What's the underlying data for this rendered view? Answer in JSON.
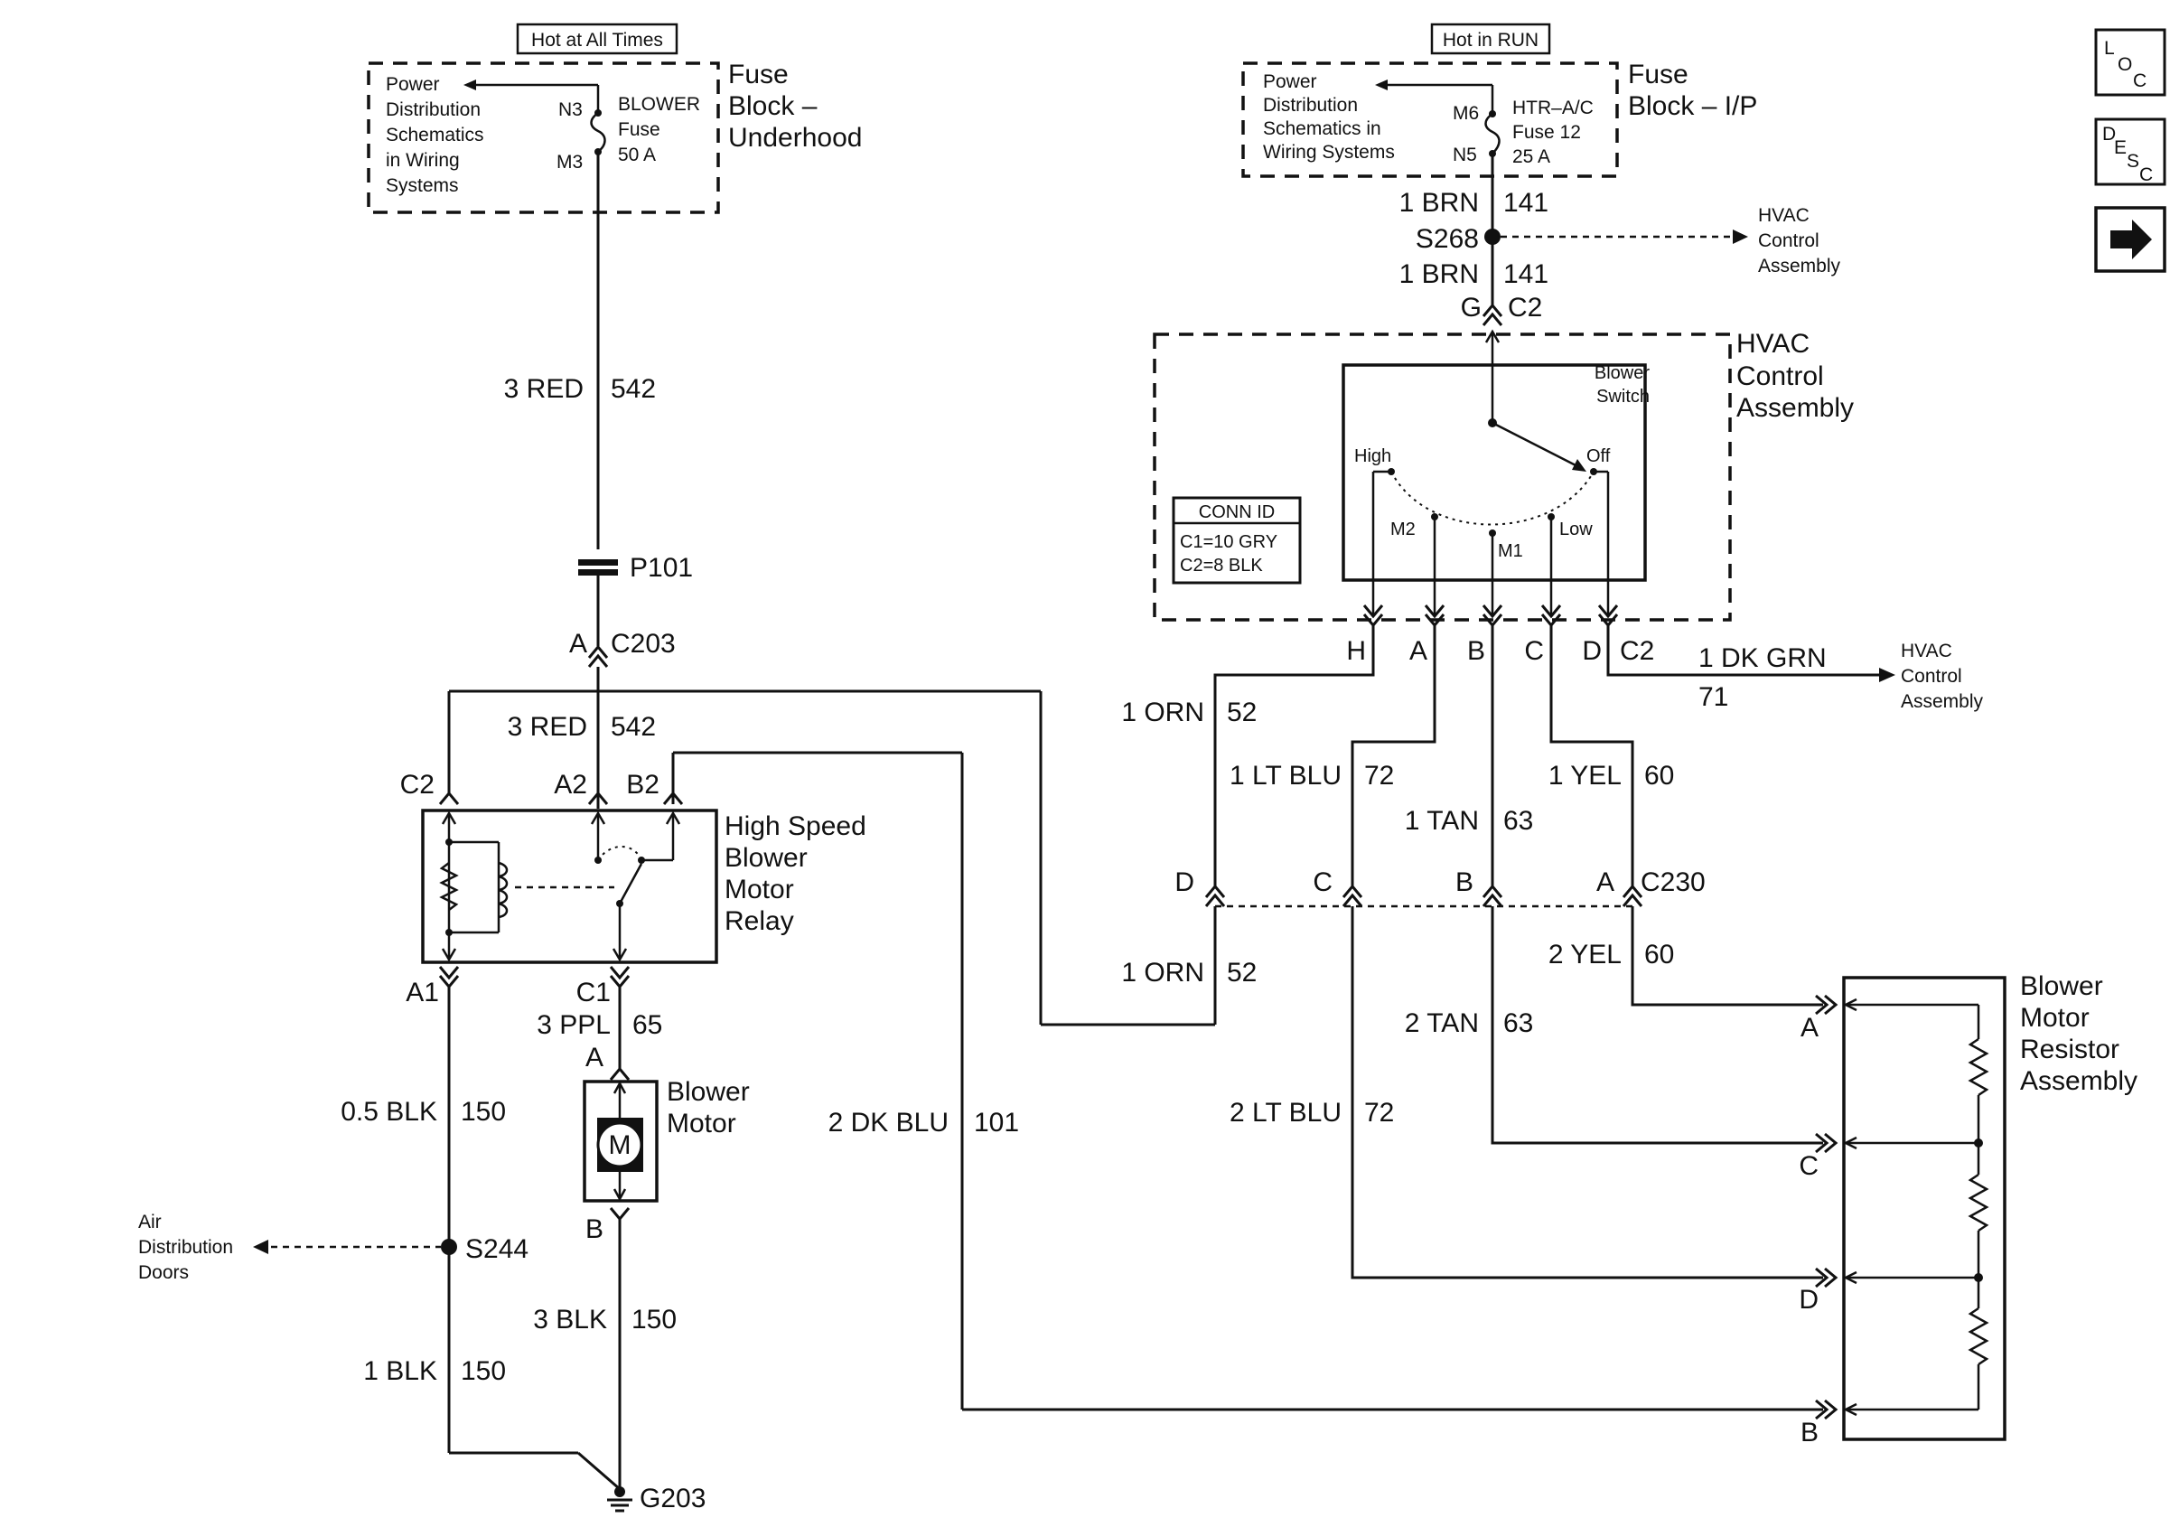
{
  "nav": {
    "loc": "LOC",
    "desc": "DESC",
    "next_icon": "right-arrow-icon"
  },
  "left": {
    "hot_label": "Hot at All Times",
    "pd_lines": [
      "Power",
      "Distribution",
      "Schematics",
      "in Wiring",
      "Systems"
    ],
    "fuse_in": "N3",
    "fuse_out": "M3",
    "fuse_lines": [
      "BLOWER",
      "Fuse",
      "50 A"
    ],
    "fb_lines": [
      "Fuse",
      "Block –",
      "Underhood"
    ],
    "w1_gauge": "3 RED",
    "w1_circuit": "542",
    "p101": "P101",
    "c203_pin": "A",
    "c203": "C203",
    "w2_gauge": "3 RED",
    "w2_circuit": "542",
    "relay_c2": "C2",
    "relay_a2": "A2",
    "relay_b2": "B2",
    "relay_lines": [
      "High Speed",
      "Blower",
      "Motor",
      "Relay"
    ],
    "relay_a1": "A1",
    "relay_c1": "C1",
    "w_ppl_gauge": "3 PPL",
    "w_ppl_circuit": "65",
    "motor_a": "A",
    "motor_symbol": "M",
    "motor_lines": [
      "Blower",
      "Motor"
    ],
    "motor_b": "B",
    "w_blk05_gauge": "0.5 BLK",
    "w_blk05_circuit": "150",
    "w_dkblu_gauge": "2 DK BLU",
    "w_dkblu_circuit": "101",
    "air_lines": [
      "Air",
      "Distribution",
      "Doors"
    ],
    "s244": "S244",
    "w_blk3_gauge": "3 BLK",
    "w_blk3_circuit": "150",
    "w_blk1_gauge": "1 BLK",
    "w_blk1_circuit": "150",
    "g203": "G203"
  },
  "right": {
    "hot_label": "Hot in RUN",
    "pd_lines": [
      "Power",
      "Distribution",
      "Schematics in",
      "Wiring Systems"
    ],
    "fuse_in": "M6",
    "fuse_out": "N5",
    "fuse_lines": [
      "HTR–A/C",
      "Fuse 12",
      "25 A"
    ],
    "fb_lines": [
      "Fuse",
      "Block – I/P"
    ],
    "w_brn1_gauge": "1 BRN",
    "w_brn1_circuit": "141",
    "s268": "S268",
    "hvac_ref_lines": [
      "HVAC",
      "Control",
      "Assembly"
    ],
    "w_brn2_gauge": "1 BRN",
    "w_brn2_circuit": "141",
    "c2_top_pin": "G",
    "c2_top": "C2",
    "hvac_lines": [
      "HVAC",
      "Control",
      "Assembly"
    ],
    "switch_lines": [
      "Blower",
      "Switch"
    ],
    "pos_high": "High",
    "pos_off": "Off",
    "pos_m2": "M2",
    "pos_m1": "M1",
    "pos_low": "Low",
    "conn_title": "CONN ID",
    "conn_lines": [
      "C1=10 GRY",
      "C2=8 BLK"
    ],
    "pin_h": "H",
    "pin_a": "A",
    "pin_b": "B",
    "pin_c": "C",
    "pin_d": "D",
    "c2_bottom": "C2",
    "w_dkgrn_gauge": "1 DK GRN",
    "w_dkgrn_circuit": "71",
    "hvac_ref2_lines": [
      "HVAC",
      "Control",
      "Assembly"
    ],
    "w_orn1_gauge": "1 ORN",
    "w_orn1_circuit": "52",
    "w_ltblu1_gauge": "1 LT BLU",
    "w_ltblu1_circuit": "72",
    "w_yel1_gauge": "1 YEL",
    "w_yel1_circuit": "60",
    "w_tan1_gauge": "1 TAN",
    "w_tan1_circuit": "63",
    "c230_d": "D",
    "c230_c": "C",
    "c230_b": "B",
    "c230_a": "A",
    "c230": "C230",
    "w_orn2_gauge": "1 ORN",
    "w_orn2_circuit": "52",
    "w_yel2_gauge": "2 YEL",
    "w_yel2_circuit": "60",
    "w_tan2_gauge": "2 TAN",
    "w_tan2_circuit": "63",
    "w_ltblu2_gauge": "2 LT BLU",
    "w_ltblu2_circuit": "72",
    "resistor_lines": [
      "Blower",
      "Motor",
      "Resistor",
      "Assembly"
    ],
    "res_a": "A",
    "res_c": "C",
    "res_d": "D",
    "res_b": "B"
  }
}
